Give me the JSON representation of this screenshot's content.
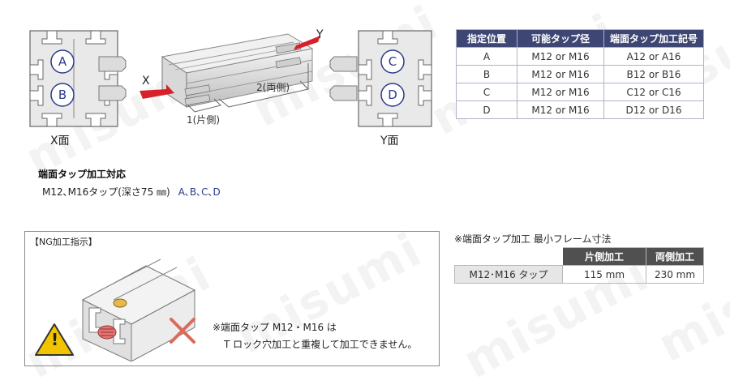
{
  "diagram": {
    "x_face_label": "X面",
    "y_face_label": "Y面",
    "x_axis_label": "X",
    "y_axis_label": "Y",
    "positions_x": [
      "A",
      "B"
    ],
    "positions_y": [
      "C",
      "D"
    ],
    "dim_one_side": "1(片側)",
    "dim_both_sides": "2(両側)"
  },
  "support_note": {
    "title": "端面タップ加工対応",
    "line": "M12､M16タップ(深さ75 ㎜)",
    "positions": "A､B､C､D"
  },
  "position_table": {
    "headers": [
      "指定位置",
      "可能タップ径",
      "端面タップ加工記号"
    ],
    "rows": [
      [
        "A",
        "M12 or M16",
        "A12 or A16"
      ],
      [
        "B",
        "M12 or M16",
        "B12 or B16"
      ],
      [
        "C",
        "M12 or M16",
        "C12 or C16"
      ],
      [
        "D",
        "M12 or M16",
        "D12 or D16"
      ]
    ]
  },
  "min_frame": {
    "title": "※端面タップ加工 最小フレーム寸法",
    "headers": [
      "",
      "片側加工",
      "両側加工"
    ],
    "row_label": "M12･M16 タップ",
    "one_side": "115 mm",
    "both_sides": "230 mm"
  },
  "ng": {
    "title": "【NG加工指示】",
    "message_line1": "※端面タップ M12・M16 は",
    "message_line2": "T ロック穴加工と重複して加工できません。",
    "warning_symbol": "!"
  },
  "watermark": "misumi",
  "colors": {
    "navy_header": "#3e4673",
    "gray_header": "#505050",
    "blue_circle": "#2a3a8c",
    "red_arrow": "#d8202a",
    "cross_red": "#d96a5c",
    "warning_yellow": "#f2c400"
  }
}
